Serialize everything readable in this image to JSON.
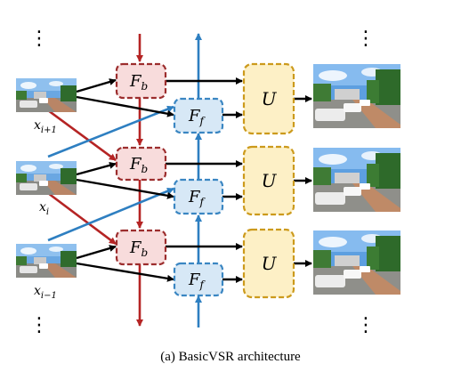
{
  "caption": "(a) BasicVSR architecture",
  "inputs": [
    {
      "label": "x",
      "sub": "i+1"
    },
    {
      "label": "x",
      "sub": "i"
    },
    {
      "label": "x",
      "sub": "i−1"
    }
  ],
  "blocks": {
    "backward": {
      "main": "F",
      "sub": "b"
    },
    "forward": {
      "main": "F",
      "sub": "f"
    },
    "upsample": {
      "main": "U"
    }
  },
  "ellipsis": "⋮",
  "colors": {
    "backward_fill": "#f8dcdc",
    "backward_stroke": "#9c2d2d",
    "forward_fill": "#d7e8f6",
    "forward_stroke": "#3a86c2",
    "upsample_fill": "#fdf0c6",
    "upsample_stroke": "#cc9a1c",
    "backward_arrow": "#b52424",
    "forward_arrow": "#2e7fc1",
    "data_arrow": "#000000"
  }
}
